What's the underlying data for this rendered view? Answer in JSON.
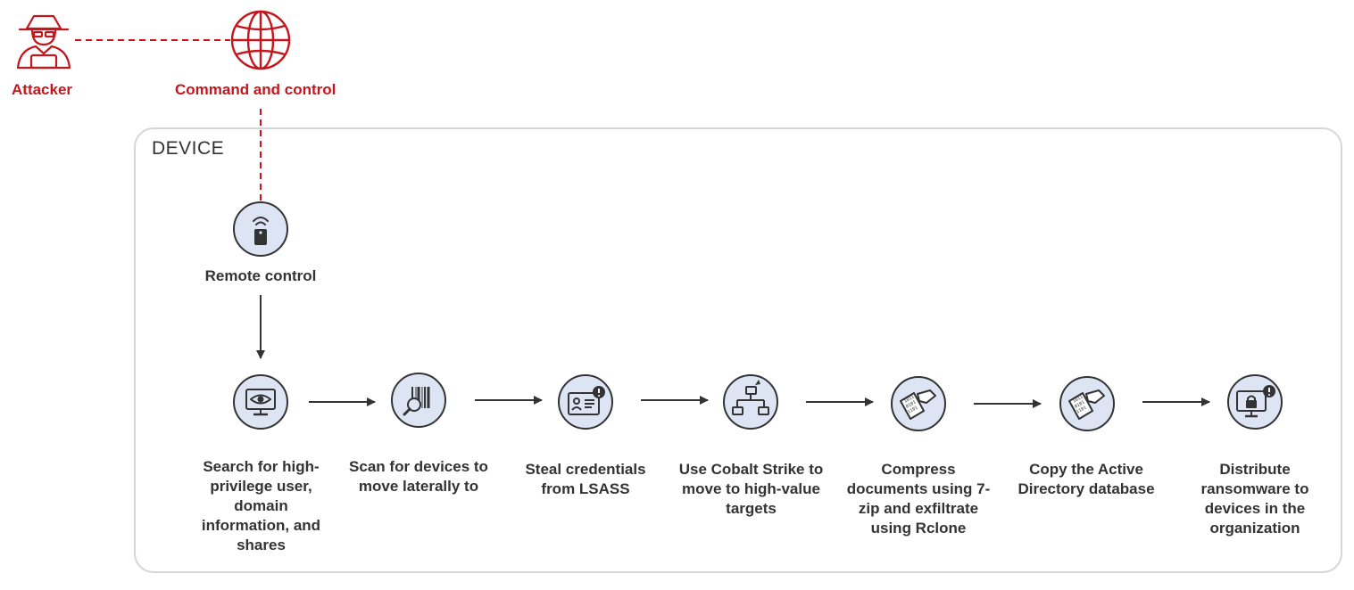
{
  "actors": {
    "attacker_label": "Attacker",
    "c2_label": "Command and control"
  },
  "device": {
    "title": "DEVICE",
    "remote_control_label": "Remote control"
  },
  "steps": [
    {
      "icon": "monitor-eye-icon",
      "label": "Search for high-privilege user, domain information, and shares"
    },
    {
      "icon": "barcode-magnifier-icon",
      "label": "Scan for devices to move laterally to"
    },
    {
      "icon": "id-card-alert-icon",
      "label": "Steal credentials from LSASS"
    },
    {
      "icon": "network-nodes-icon",
      "label": "Use Cobalt Strike to move to high-value targets"
    },
    {
      "icon": "document-hand-icon",
      "label": "Compress documents using 7-zip and exfiltrate using Rclone"
    },
    {
      "icon": "document-hand-icon",
      "label": "Copy the Active Directory database"
    },
    {
      "icon": "monitor-lock-alert-icon",
      "label": "Distribute ransomware to devices in the organization"
    }
  ],
  "colors": {
    "accent_red": "#c4161c",
    "icon_fill": "#dde4f3",
    "stroke": "#333333",
    "border": "#d6d6d6"
  }
}
